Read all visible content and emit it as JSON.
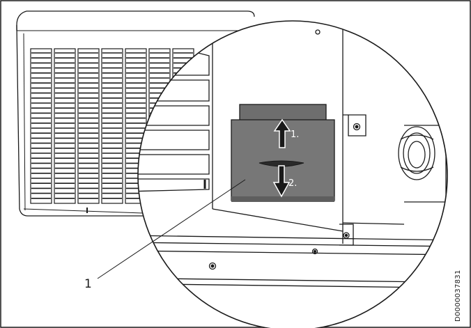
{
  "figure": {
    "callout_number": "1",
    "step_one_label": "1.",
    "step_two_label": "2.",
    "document_code": "D0000037831"
  },
  "colors": {
    "line": "#1a1a1a",
    "cover_gray": "#777777",
    "cover_dark": "#5e5e5e",
    "grille_fill": "#ffffff",
    "background": "#ffffff"
  }
}
